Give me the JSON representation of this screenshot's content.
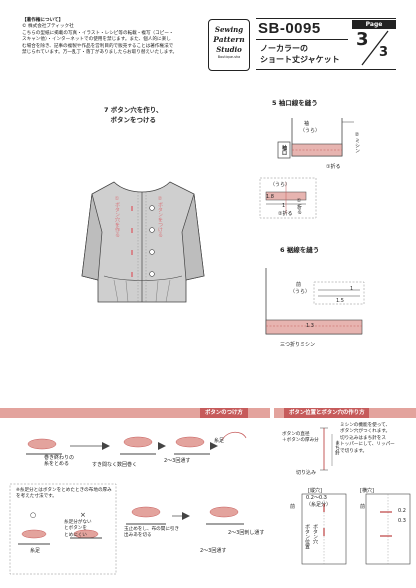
{
  "copyright": {
    "title": "【著作権について】",
    "owner": "© 株式会社ブティック社",
    "lines": [
      "こちらの型紙に掲載の写真・イラスト・レシピ等の転載・複写（コピー・",
      "スキャン他）・インターネットでの使用を禁じます。また、個人的に楽し",
      "む場合を除き、記事の複製や作品を営利目的で販売することは著作権法で",
      "禁じられています。万一乱丁・落丁がありましたらお取り替えいたします。"
    ]
  },
  "header": {
    "logo_lines": [
      "Sewing",
      "Pattern",
      "Studio"
    ],
    "logo_sub": "Boutique-sha",
    "code": "SB-0095",
    "title_line1": "ノーカラーの",
    "title_line2": "ショート丈ジャケット",
    "page_label": "Page",
    "page_num": "3",
    "page_total": "3"
  },
  "step7": {
    "title_line1": "7 ボタン穴を作り、",
    "title_line2": "ボタンをつける",
    "buttonhole_label": "①ボタン穴を作る",
    "button_label": "②ボタンをつける"
  },
  "step5": {
    "title": "5 袖口線を縫う",
    "back_label": "袖",
    "back_label2": "（うら）",
    "stitch_label": "②ミシン",
    "cuff_label": "袖口",
    "fold_label": "①折る",
    "detail_back": "（うら）",
    "m1": "1.8",
    "m2": "1",
    "fold1": "①折る",
    "fold2": "②折る"
  },
  "step6": {
    "title": "6 裾線を縫う",
    "front_label": "前",
    "front_label2": "（うら）",
    "m1": "1",
    "m2": "1.5",
    "m3": "1.3",
    "stitch_label": "三つ折りミシン"
  },
  "button_attach": {
    "tag": "ボタンのつけ方",
    "thread_foot": "糸足",
    "step_through": "すき間なく数回巻く",
    "step_pass": "2～3回通す",
    "step_wrap": "巻き終わりの糸をとめる",
    "step_shank": "玉止めをし、布の間に引き出みあを切る",
    "step_pass2": "2～3回刺し通す",
    "note_title": "※糸足分とはボタンをとめたときの布地の厚みを考えた寸法です。",
    "note_ok": "○",
    "note_ng": "×",
    "note_ng_text1": "糸足分がない",
    "note_ng_text2": "とボタンを",
    "note_ng_text3": "とめにくい",
    "note_shank": "糸足",
    "under_label": "2～3回通す"
  },
  "button_position": {
    "tag": "ボタン位置とボタン穴の作り方",
    "text1": "ミシンの機能を使って、",
    "text2": "ボタン穴がつくれます。",
    "text3": "切り込みはまち針をス",
    "text4": "トッパーにして、リッパー",
    "text5": "で切ります。",
    "hole_size": "ボタンの直径",
    "hole_thick": "＋ボタンの厚み分",
    "pin_label": "まち針",
    "cut_label": "切り込み",
    "vertical_label": "[縦穴]",
    "vertical_m": "0.2～0.3",
    "vertical_m2": "（糸足分）",
    "horizontal_label": "[横穴]",
    "horizontal_m1": "0.2",
    "horizontal_m2": "0.3",
    "frame_label": "前",
    "pos_label": "ボタン位置",
    "hole_label": "ボタン穴"
  }
}
